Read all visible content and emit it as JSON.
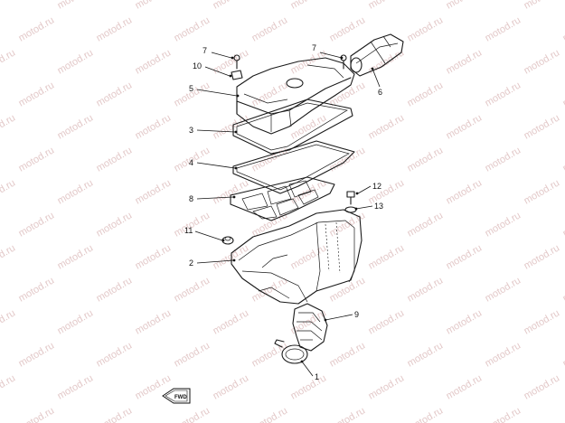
{
  "watermark": "motod.ru",
  "callouts": [
    "7",
    "10",
    "5",
    "3",
    "4",
    "8",
    "11",
    "2",
    "7",
    "6",
    "12",
    "13",
    "9",
    "1"
  ],
  "fwd_label": "FWD"
}
